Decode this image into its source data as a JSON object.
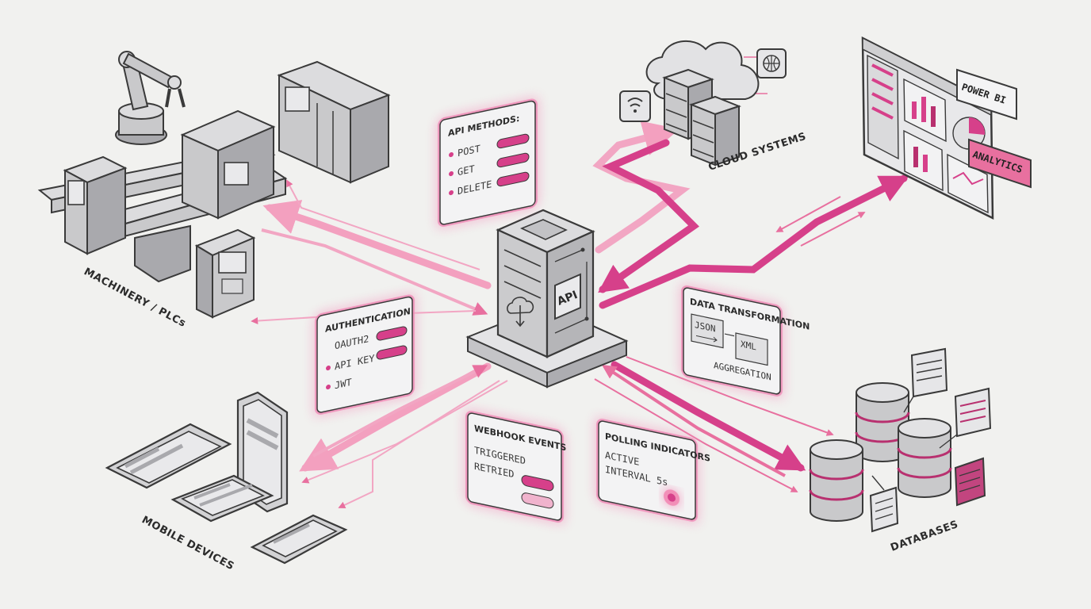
{
  "hub": {
    "label": "API"
  },
  "nodes": {
    "machinery": "MACHINERY / PLCs",
    "cloud": "CLOUD SYSTEMS",
    "mobile": "MOBILE DEVICES",
    "databases": "DATABASES"
  },
  "dashboard": {
    "brand": "POWER BI",
    "badge": "ANALYTICS"
  },
  "panels": {
    "api_methods": {
      "title": "API METHODS:",
      "items": [
        "POST",
        "GET",
        "DELETE"
      ]
    },
    "authentication": {
      "title": "AUTHENTICATION",
      "items": [
        "OAUTH2",
        "API KEY",
        "JWT"
      ]
    },
    "data_transformation": {
      "title": "DATA TRANSFORMATION",
      "from": "JSON",
      "to": "XML",
      "footer": "AGGREGATION"
    },
    "webhook_events": {
      "title": "WEBHOOK EVENTS",
      "items": [
        "TRIGGERED",
        "RETRIED"
      ]
    },
    "polling_indicators": {
      "title": "POLLING INDICATORS",
      "items": [
        "ACTIVE",
        "INTERVAL 5s"
      ]
    }
  },
  "colors": {
    "accent": "#d6408a",
    "accent_light": "#f3a0bf",
    "accent_dark": "#b8306f",
    "outline": "#3a3a3a",
    "device": "#c9c9cb"
  }
}
